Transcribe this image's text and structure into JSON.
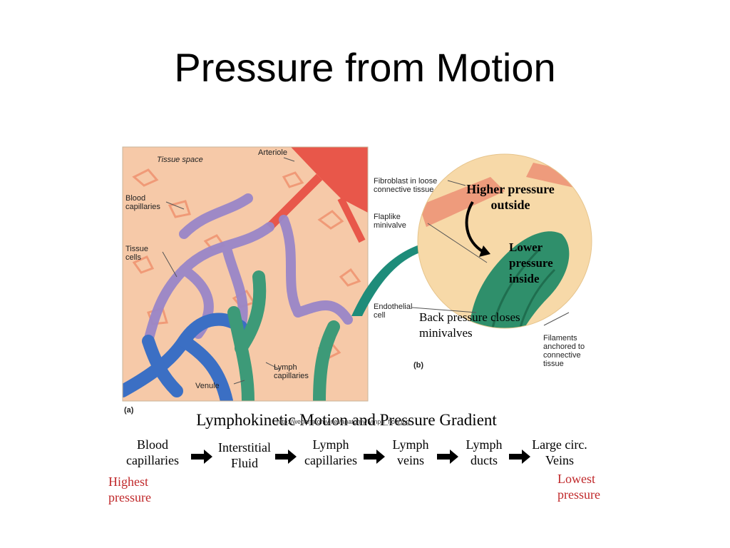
{
  "title": "Pressure from Motion",
  "panel_a": {
    "tag": "(a)",
    "labels": {
      "tissue_space": "Tissue space",
      "arteriole": "Arteriole",
      "blood_capillaries": "Blood capillaries",
      "tissue_cells": "Tissue cells",
      "venule": "Venule",
      "lymph_capillaries": "Lymph capillaries"
    }
  },
  "panel_b": {
    "tag": "(b)",
    "labels": {
      "fibroblast": "Fibroblast in loose connective tissue",
      "flaplike": "Flaplike minivalve",
      "endothelial": "Endothelial cell",
      "filaments": "Filaments anchored to connective tissue"
    },
    "annotations": {
      "higher": "Higher pressure outside",
      "lower": "Lower pressure inside",
      "back": "Back pressure closes minivalves"
    }
  },
  "gradient": {
    "title": "Lymphokinetic Motion and Pressure Gradient",
    "source_url": "http://webanatomy.net/anatomy/lymph_flow.jpg",
    "steps": [
      "Blood capillaries",
      "Interstitial Fluid",
      "Lymph capillaries",
      "Lymph veins",
      "Lymph ducts",
      "Large circ. Veins"
    ],
    "highest": "Highest pressure",
    "lowest": "Lowest pressure"
  },
  "colors": {
    "tissue": "#f6c9a8",
    "tissue_cells": "#ef8f6c",
    "arteriole": "#e8574a",
    "venous_blue": "#3b6fc4",
    "capillary_purple": "#9a86c8",
    "lymph_green": "#3d9a78",
    "pointer_teal": "#1e8c7a",
    "red_text": "#c0282a"
  }
}
